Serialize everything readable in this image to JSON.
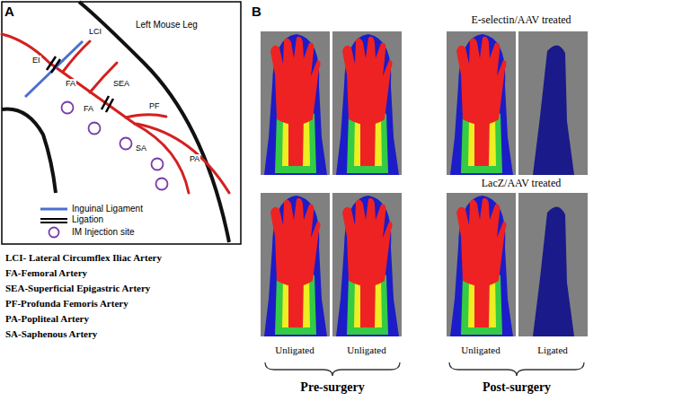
{
  "diagram": {
    "labels": [
      "A",
      "Left Mouse Leg",
      "LCI",
      "EI",
      "FA",
      "SEA",
      "FA",
      "PF",
      "SA",
      "PA",
      "LCI- Lateral Circumflex Iliac Artery",
      "FA-Femoral Artery",
      "SEA-Superficial Epigastric Artery",
      "PF-Profunda Femoris Artery",
      "PA-Popliteal Artery",
      "SA-Saphenous Artery",
      "B",
      "E-selectin/AAV treated",
      "LacZ/AAV treated",
      "Unligated",
      "Unligated",
      "Unligated",
      "Ligated",
      "Pre-surgery",
      "Post-surgery"
    ],
    "legend": [
      {
        "text": "Inguinal Ligament"
      },
      {
        "text": "Ligation"
      },
      {
        "text": "IM Injection site"
      }
    ]
  }
}
